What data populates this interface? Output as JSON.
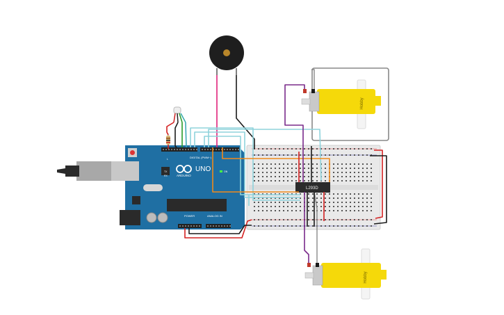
{
  "arduino": {
    "brand": "ARDUINO",
    "model": "UNO",
    "digital_label": "DIGITAL (PWM~)",
    "power_label": "POWER",
    "analog_label": "ANALOG IN",
    "tx_label": "TX",
    "rx_label": "RX",
    "l_label": "L",
    "on_label": "ON"
  },
  "ic": {
    "label": "L293D"
  },
  "motor_top": {
    "label": "Hobby"
  },
  "motor_bottom": {
    "label": "Hobby"
  },
  "colors": {
    "arduino_board": "#1f6fa3",
    "breadboard": "#e9e9e9",
    "motor_body": "#f5d90a",
    "wire_red": "#d42020",
    "wire_black": "#1a1a1a",
    "wire_orange": "#f08a1c",
    "wire_teal": "#8fd3dc",
    "wire_purple": "#7a2a8a",
    "wire_magenta": "#e0207a",
    "wire_gray": "#888888",
    "wire_green": "#2a9a2a"
  }
}
